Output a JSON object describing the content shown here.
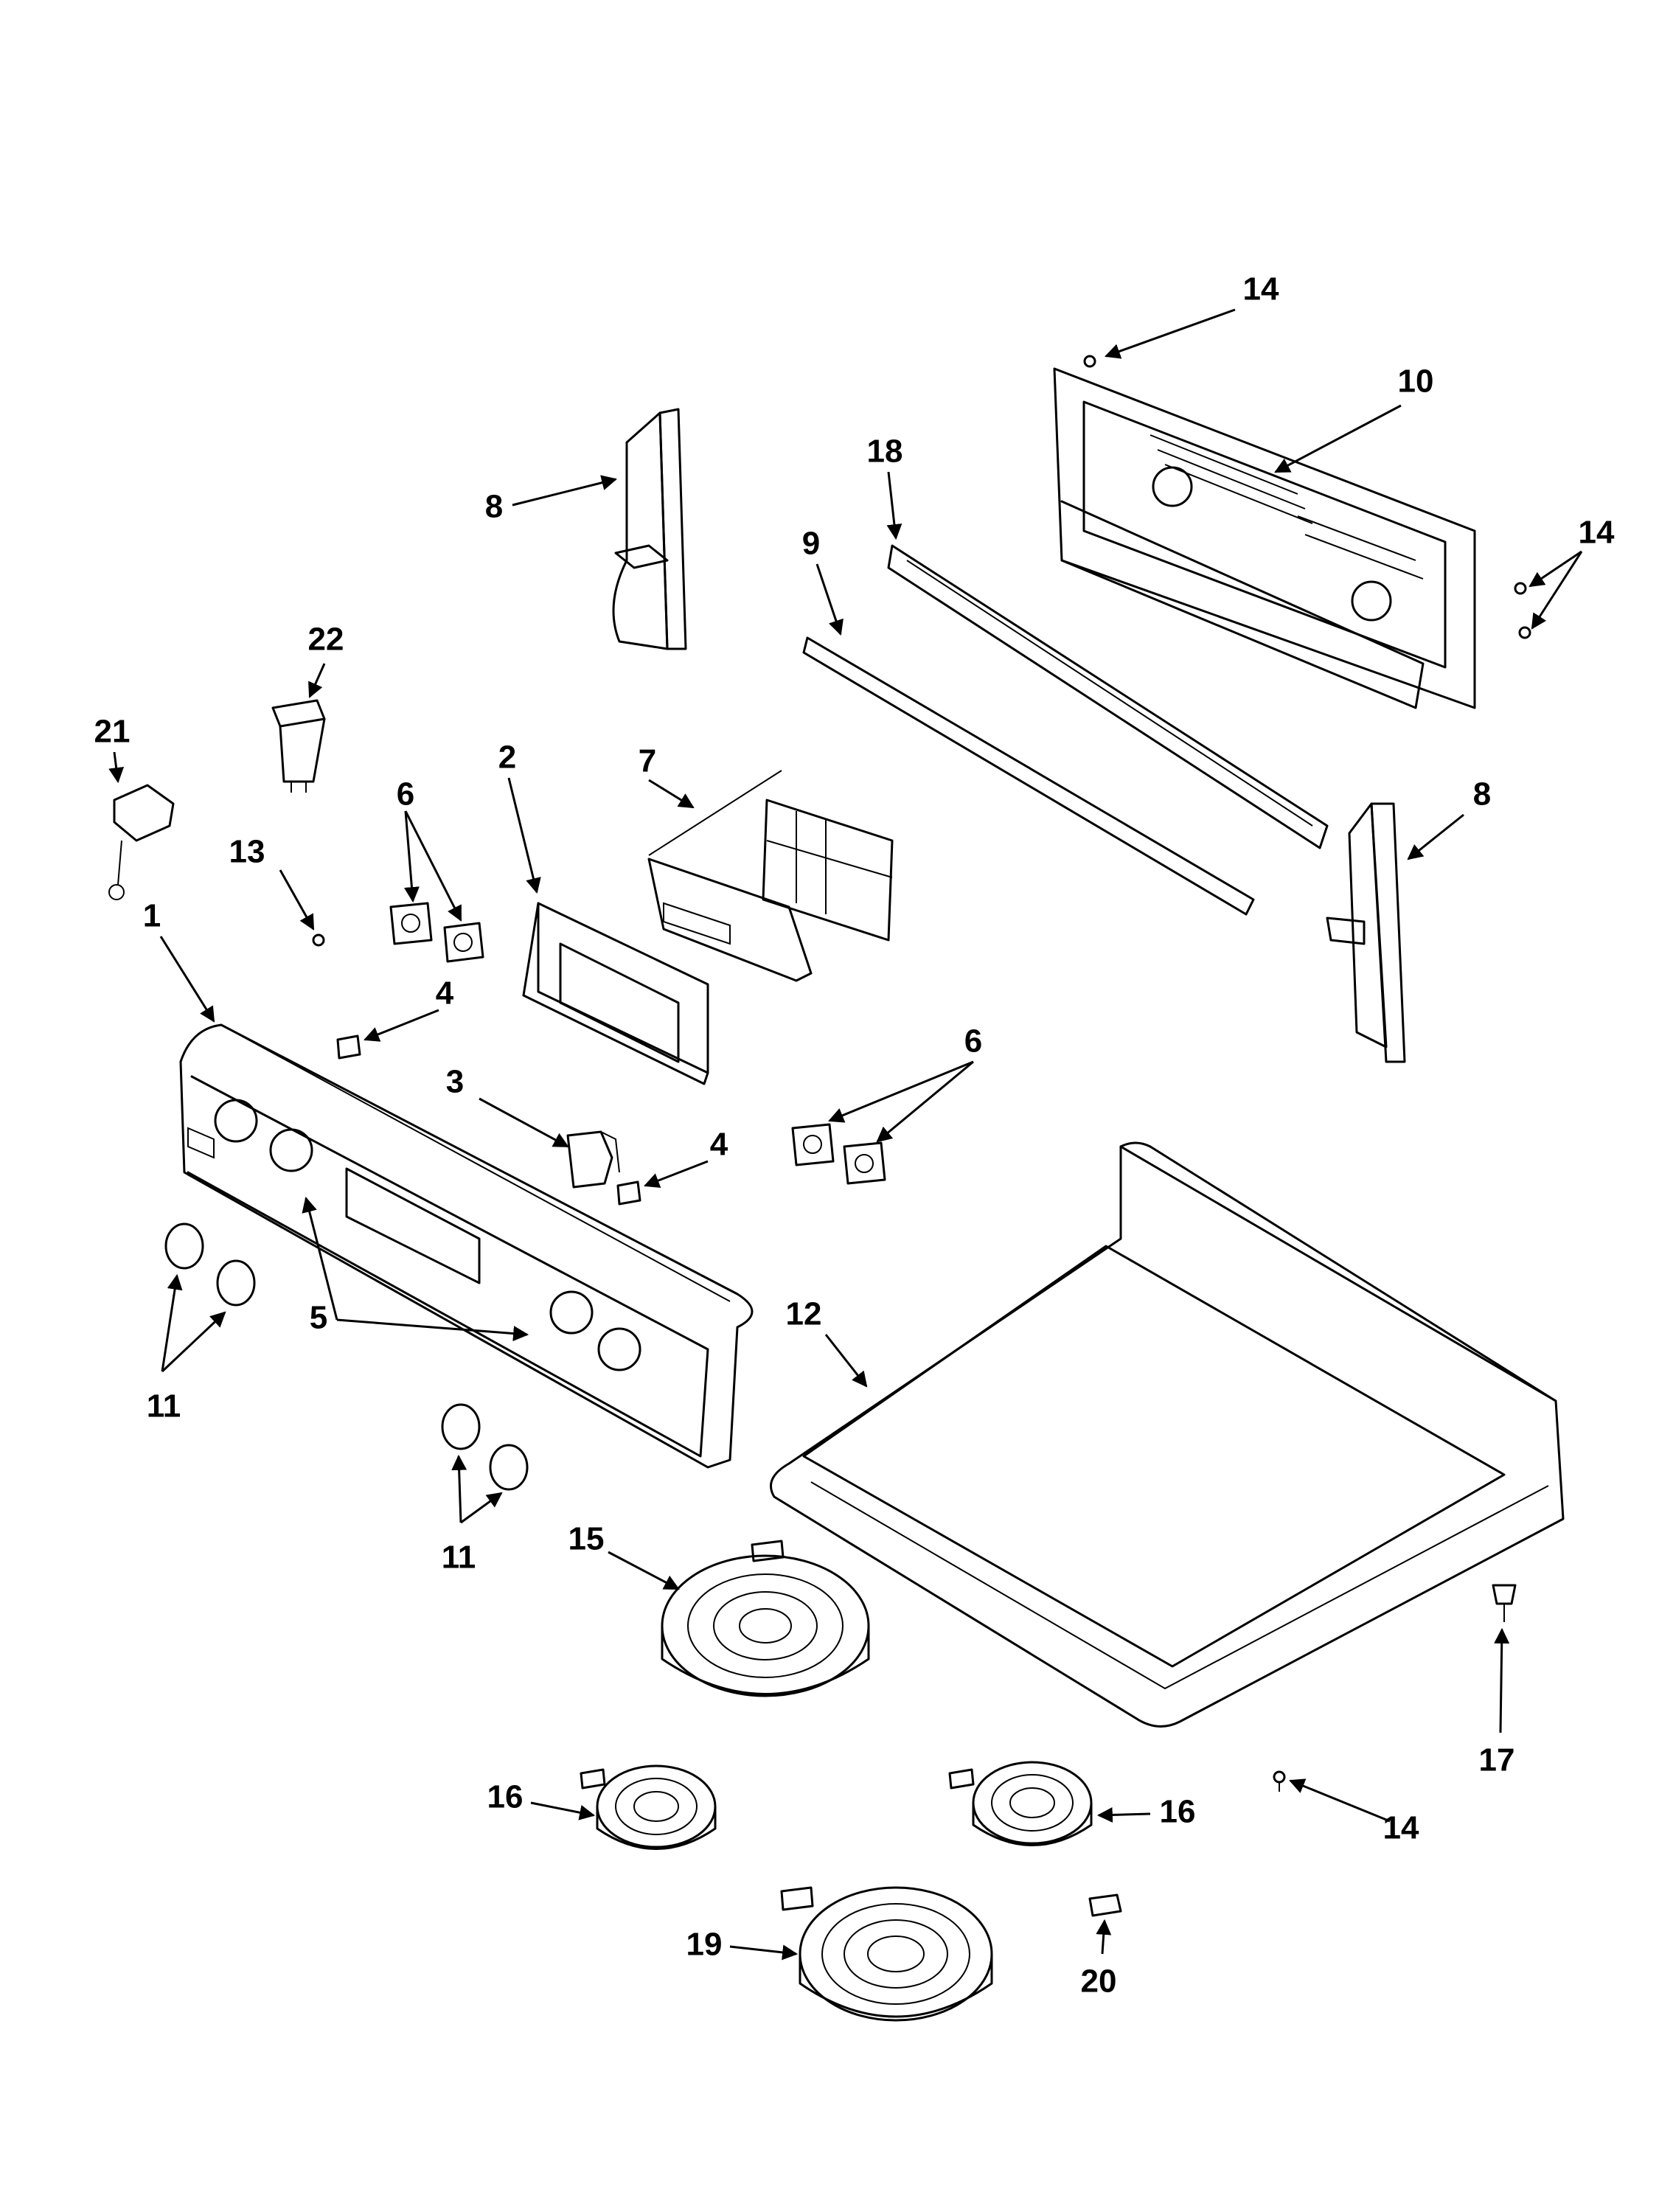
{
  "labels": {
    "p1": "1",
    "p2": "2",
    "p3": "3",
    "p4a": "4",
    "p4b": "4",
    "p5": "5",
    "p6a": "6",
    "p6b": "6",
    "p7": "7",
    "p8a": "8",
    "p8b": "8",
    "p9": "9",
    "p10": "10",
    "p11a": "11",
    "p11b": "11",
    "p12": "12",
    "p13": "13",
    "p14a": "14",
    "p14b": "14",
    "p14c": "14",
    "p15": "15",
    "p16a": "16",
    "p16b": "16",
    "p17": "17",
    "p18": "18",
    "p19": "19",
    "p20": "20",
    "p21": "21",
    "p22": "22"
  }
}
